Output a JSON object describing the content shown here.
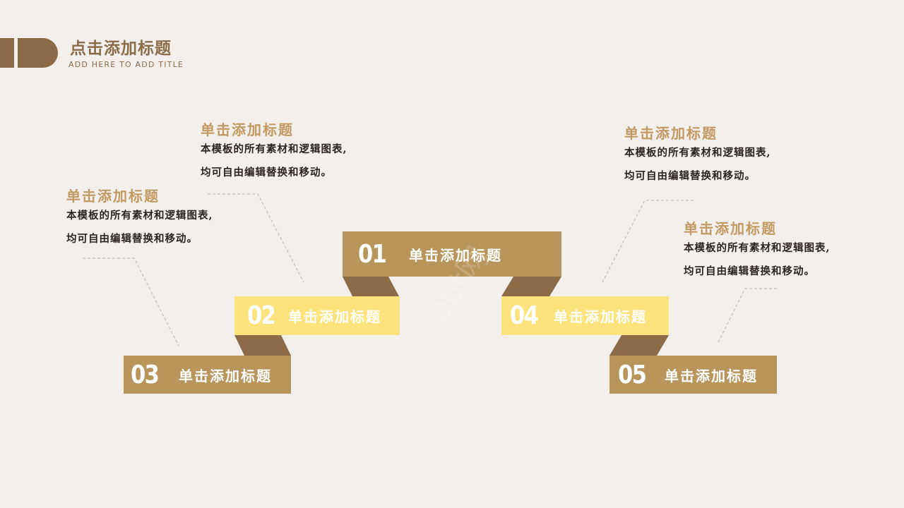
{
  "header": {
    "title": "点击添加标题",
    "subtitle": "ADD HERE TO ADD TITLE"
  },
  "steps": [
    {
      "num": "01",
      "label": "单击添加标题"
    },
    {
      "num": "02",
      "label": "单击添加标题"
    },
    {
      "num": "03",
      "label": "单击添加标题"
    },
    {
      "num": "04",
      "label": "单击添加标题"
    },
    {
      "num": "05",
      "label": "单击添加标题"
    }
  ],
  "notes": [
    {
      "title": "单击添加标题",
      "line1": "本模板的所有素材和逻辑图表,",
      "line2": "均可自由编辑替换和移动。"
    },
    {
      "title": "单击添加标题",
      "line1": "本模板的所有素材和逻辑图表,",
      "line2": "均可自由编辑替换和移动。"
    },
    {
      "title": "单击添加标题",
      "line1": "本模板的所有素材和逻辑图表,",
      "line2": "均可自由编辑替换和移动。"
    },
    {
      "title": "单击添加标题",
      "line1": "本模板的所有素材和逻辑图表,",
      "line2": "均可自由编辑替换和移动。"
    }
  ],
  "watermark": "ppt网",
  "colors": {
    "background": "#F3EFEC",
    "brown": "#8C6B48",
    "gold": "#B8955A",
    "yellow": "#FDE37E",
    "note_title": "#C29A62",
    "text": "#2B2421"
  }
}
